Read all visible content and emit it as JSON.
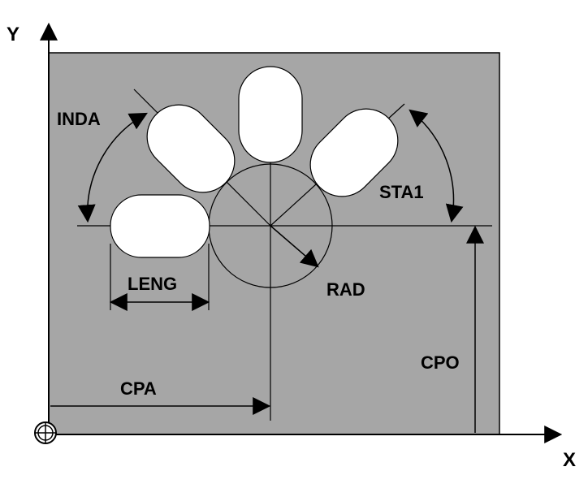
{
  "colors": {
    "plate": "#a6a6a6",
    "slot": "#ffffff",
    "line": "#000000",
    "background": "#ffffff"
  },
  "axes": {
    "y_label": "Y",
    "x_label": "X"
  },
  "dimensions": {
    "inda": "INDA",
    "sta1": "STA1",
    "leng": "LENG",
    "rad": "RAD",
    "cpa": "CPA",
    "cpo": "CPO"
  },
  "icons": {
    "origin": "crosshair-circle-icon"
  }
}
